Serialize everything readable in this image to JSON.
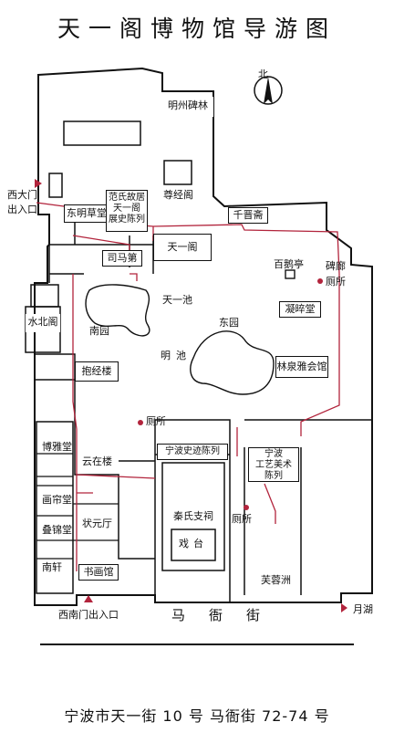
{
  "title": "天一阁博物馆导游图",
  "north_label": "北",
  "labels": {
    "west_gate": "西大门",
    "west_gate_entrance": "出入口",
    "ming_stele": "明州碑林",
    "zunjing": "尊经阁",
    "qianjin": "千晋斋",
    "dongming": "东明草堂",
    "fan_residence": "范氏故居\n天一阁\n展史陈列",
    "tianyi_pavilion": "天一阁",
    "sima": "司马第",
    "tianyi_pond": "天一池",
    "baie": "百鹅亭",
    "stele_corridor": "碑廊",
    "toilet": "厕所",
    "ningcui": "凝晬堂",
    "east_garden": "东园",
    "south_garden": "南园",
    "ming_pond": "明池",
    "shuibei": "水北阁",
    "linquan": "林泉雅会馆",
    "baojing": "抱经楼",
    "boya": "博雅堂",
    "yunzai": "云在楼",
    "ningbo_history": "宁波史迹陈列",
    "ningbo_craft": "宁波\n工艺美术\n陈列",
    "huachang": "画帘堂",
    "diejin": "叠锦堂",
    "zhuangyuan": "状元厅",
    "qin_temple": "秦氏支祠",
    "stage": "戏台",
    "nanxuan": "南轩",
    "shuhua": "书画馆",
    "furong": "芙蓉洲",
    "southwest_gate": "西南门出入口",
    "yuehu": "月湖",
    "street": "马衙街"
  },
  "address": "宁波市天一街 10 号    马衙街 72-74 号"
}
